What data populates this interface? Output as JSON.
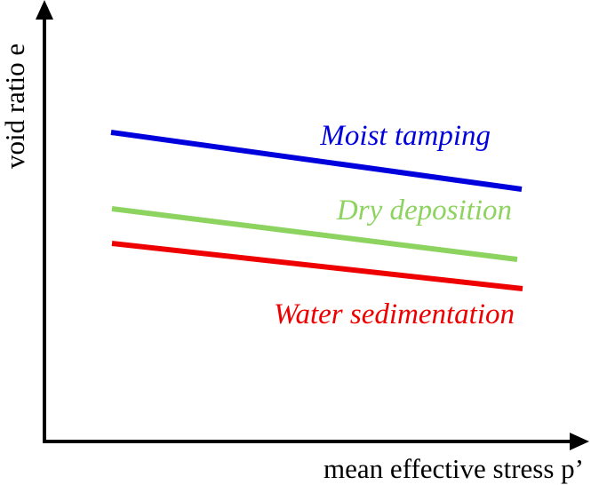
{
  "axes": {
    "x_label": "mean effective stress p’",
    "y_label": "void ratio e"
  },
  "lines": [
    {
      "label": "Moist tamping",
      "color": "#0000dd"
    },
    {
      "label": "Dry deposition",
      "color": "#8dd35f"
    },
    {
      "label": "Water sedimentation",
      "color": "#ee0000"
    }
  ]
}
